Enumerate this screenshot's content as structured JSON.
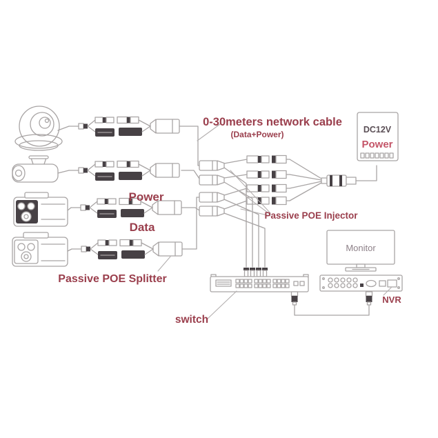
{
  "diagram": {
    "cable": {
      "label": "0-30meters network cable",
      "sublabel": "(Data+Power)"
    },
    "splitter": {
      "label": "Passive POE Splitter",
      "power_wire": "Power",
      "data_wire": "Data"
    },
    "injector": {
      "label": "Passive POE Injector"
    },
    "switch": {
      "label": "switch"
    },
    "nvr": {
      "label": "NVR"
    },
    "monitor": {
      "label": "Monitor"
    },
    "power_supply": {
      "line1": "DC12V",
      "line2": "Power"
    },
    "cameras": [
      {
        "type": "dome-camera"
      },
      {
        "type": "bullet-camera"
      },
      {
        "type": "ir-bullet-camera"
      },
      {
        "type": "ir-bullet-camera"
      }
    ]
  },
  "colors": {
    "label_red": "#9a3e4c",
    "line_gray": "#a8a4a4",
    "connector_dark": "#474145",
    "psu_power_pink": "#c45568",
    "psu_text": "#5a4e55",
    "monitor_text": "#8d8088",
    "background": "#ffffff"
  }
}
